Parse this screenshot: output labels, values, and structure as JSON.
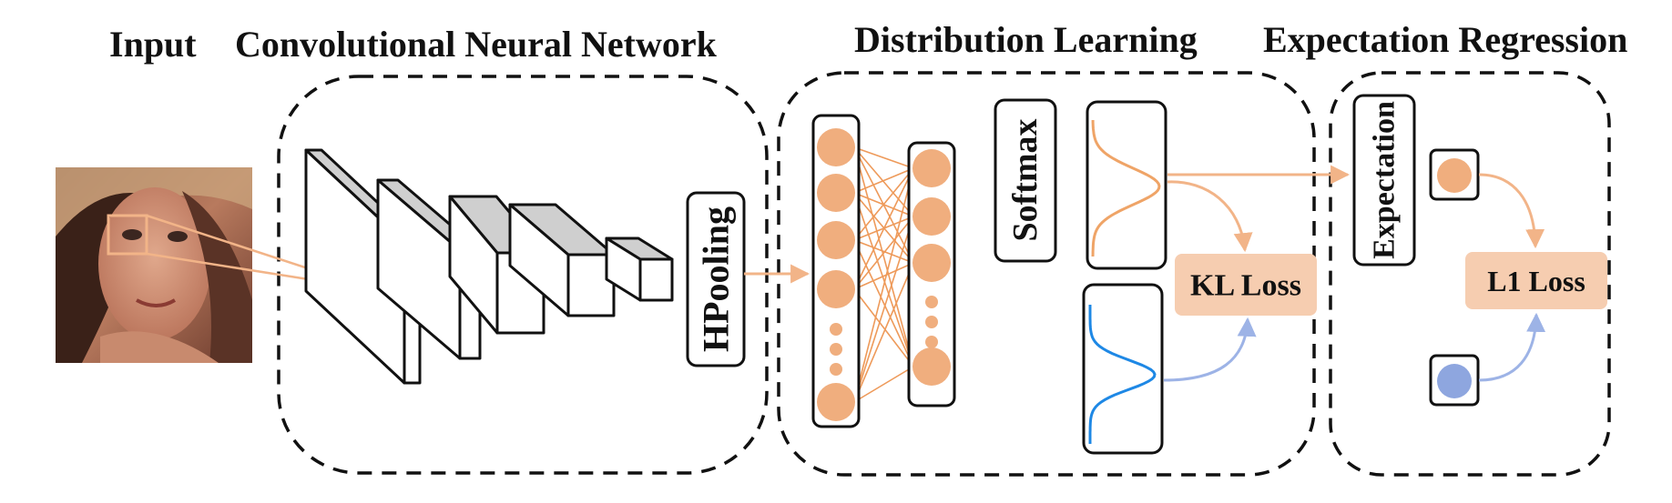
{
  "titles": {
    "input": "Input",
    "cnn": "Convolutional Neural Network",
    "distribution": "Distribution Learning",
    "expectation": "Expectation Regression"
  },
  "labels": {
    "hpooling": "HPooling",
    "softmax": "Softmax",
    "kl_loss": "KL Loss",
    "expectation": "Expectation",
    "l1_loss": "L1 Loss"
  },
  "colors": {
    "orange": "#F0AE7E",
    "orange_line": "#F2B488",
    "fc_line": "#EE9A5A",
    "pred_curve": "#EFA467",
    "gt_curve": "#1E88E5",
    "loss_box": "#F6CDB0",
    "blue_node": "#8EA6DF",
    "blue_line": "#9DB3E6",
    "dash": "#111111",
    "layer_top": "#CFCFCF"
  },
  "icons": {
    "input_image": "face-photo-image"
  }
}
